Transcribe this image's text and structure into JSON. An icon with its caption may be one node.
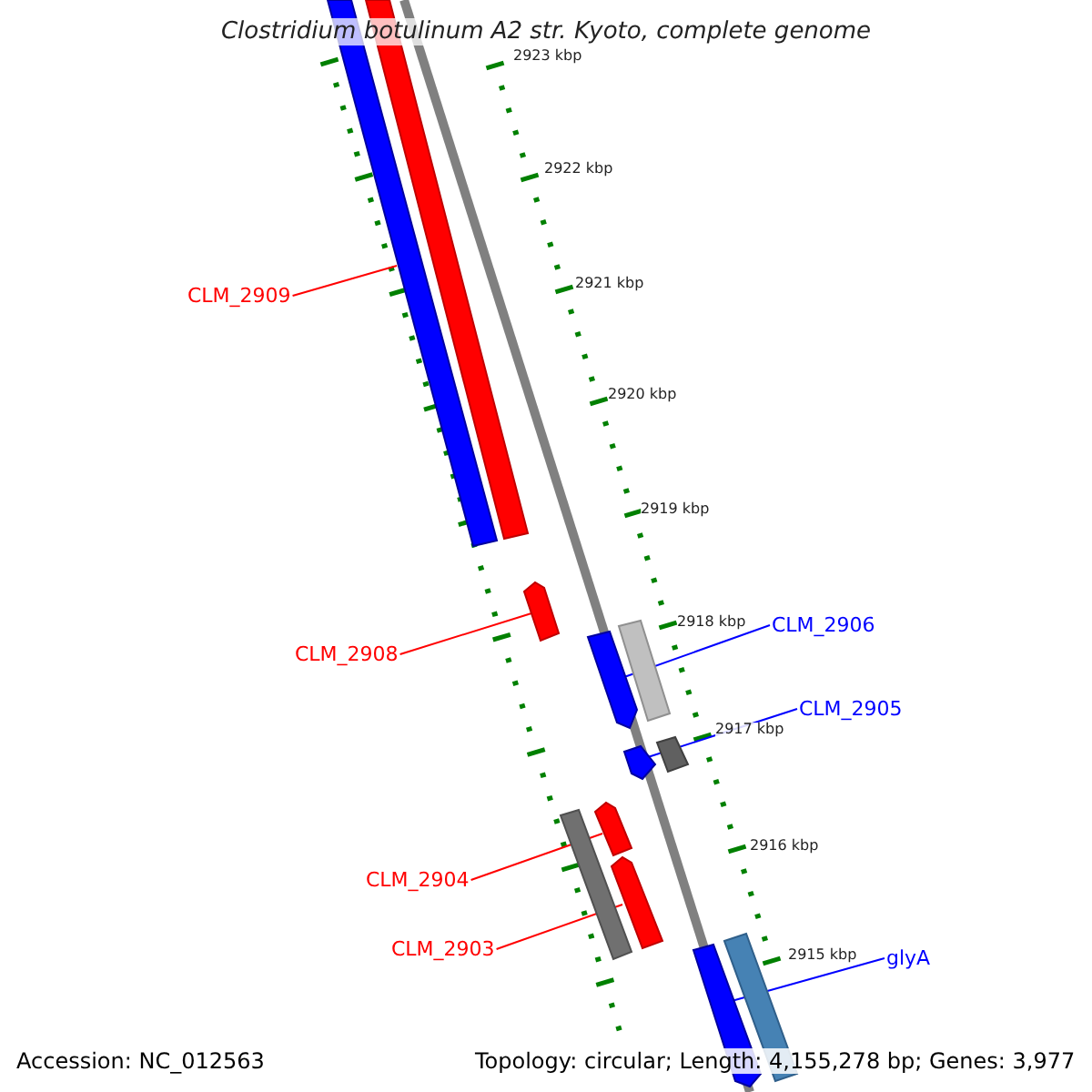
{
  "diagram": {
    "title": "Clostridium botulinum A2 str. Kyoto, complete genome",
    "nodes": [
      {
        "text": [
          "CLM_2909"
        ]
      },
      {
        "text": [],
        "shape": "bar"
      },
      {
        "text": [],
        "shape": "bar"
      },
      {
        "text": [
          "CLM_2908"
        ]
      },
      {
        "text": [],
        "shape": "bar"
      },
      {
        "text": [
          "CLM_2906"
        ]
      },
      {
        "text": [],
        "shape": "bar"
      },
      {
        "text": [],
        "shape": "bar"
      },
      {
        "text": [
          "CLM_2905"
        ]
      },
      {
        "text": [],
        "shape": "bar"
      },
      {
        "text": [],
        "shape": "bar"
      },
      {
        "text": [
          "CLM_2904"
        ]
      },
      {
        "text": [],
        "shape": "bar"
      },
      {
        "text": [],
        "shape": "bar"
      },
      {
        "text": [
          "CLM_2903"
        ]
      },
      {
        "text": [],
        "shape": "bar"
      },
      {
        "text": [
          "glyA"
        ]
      },
      {
        "text": [],
        "shape": "bar"
      },
      {
        "text": [],
        "shape": "bar"
      }
    ],
    "edges": [
      {
        "from": 0,
        "to": 1,
        "arrow": "none"
      },
      {
        "from": 3,
        "to": 4,
        "arrow": "none"
      },
      {
        "from": 5,
        "to": 6,
        "arrow": "none",
        "color": "#0000ff"
      },
      {
        "from": 8,
        "to": 9,
        "arrow": "none",
        "color": "#0000ff"
      },
      {
        "from": 11,
        "to": 13,
        "arrow": "none"
      },
      {
        "from": 14,
        "to": 15,
        "arrow": "none"
      },
      {
        "from": 16,
        "to": 17,
        "arrow": "none",
        "color": "#0000ff"
      }
    ],
    "labels": [
      "2923 kbp",
      "2922 kbp",
      "2921 kbp",
      "2920 kbp",
      "2919 kbp",
      "2918 kbp",
      "2917 kbp",
      "2916 kbp",
      "2915 kbp",
      "Accession: NC_012563",
      "Topology: circular; Length: 4,155,278 bp; Genes: 3,977"
    ]
  }
}
